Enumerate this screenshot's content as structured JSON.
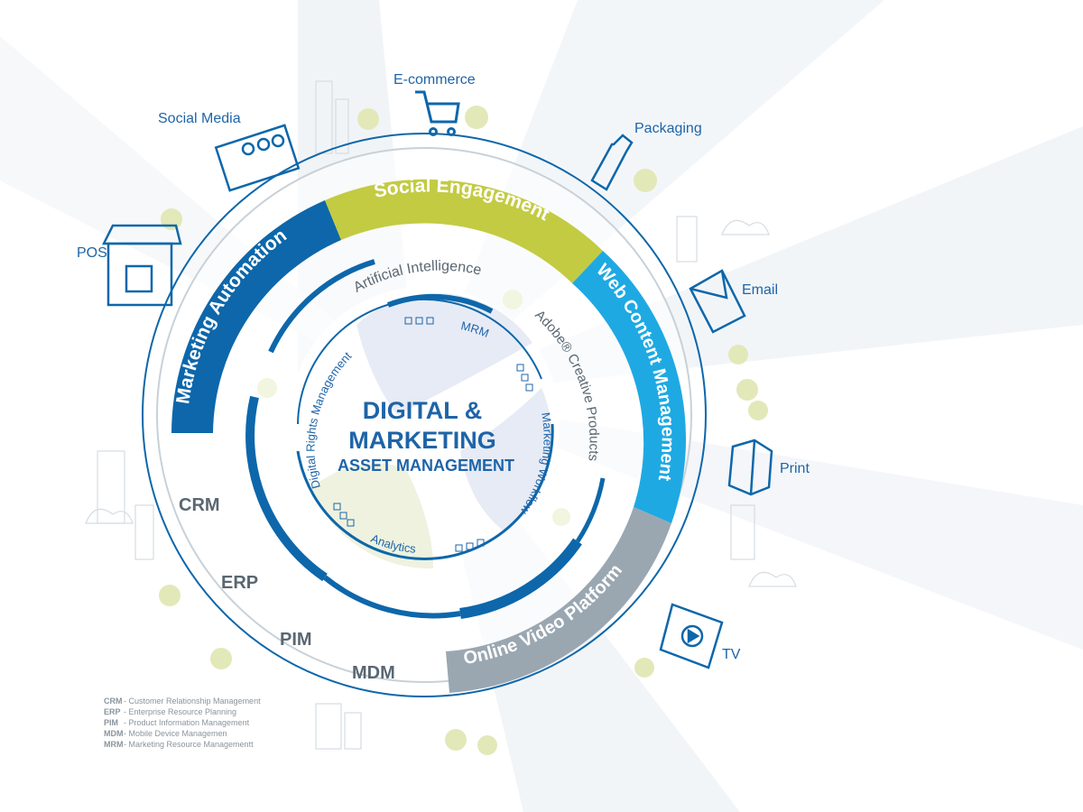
{
  "center": {
    "line1": "DIGITAL &",
    "line2": "MARKETING",
    "line3": "ASSET MANAGEMENT"
  },
  "outer_bands": [
    {
      "label": "Marketing Automation",
      "color": "#0d67aa"
    },
    {
      "label": "Social Engagement",
      "color": "#c3cb43"
    },
    {
      "label": "Web Content Management",
      "color": "#1ea9e3"
    },
    {
      "label": "Online Video Platform",
      "color": "#9aa7b1"
    }
  ],
  "middle_ring": {
    "ai": "Artificial Intelligence",
    "adobe": "Adobe® Creative Products"
  },
  "inner_ring": {
    "mrm": "MRM",
    "marketing_workflow": "Marketing Workflow",
    "analytics": "Analytics",
    "drm": "Digital Rights Management"
  },
  "systems": {
    "crm": "CRM",
    "erp": "ERP",
    "pim": "PIM",
    "mdm": "MDM"
  },
  "channels": {
    "pos": "POS",
    "social_media": "Social Media",
    "ecommerce": "E-commerce",
    "packaging": "Packaging",
    "email": "Email",
    "print": "Print",
    "tv": "TV"
  },
  "legend": [
    {
      "abbr": "CRM",
      "text": "- Customer Relationship Management"
    },
    {
      "abbr": "ERP",
      "text": "- Enterprise Resource Planning"
    },
    {
      "abbr": "PIM",
      "text": "- Product Information Management"
    },
    {
      "abbr": "MDM",
      "text": "- Mobile Device Managemen"
    },
    {
      "abbr": "MRM",
      "text": "- Marketing Resource Managementt"
    }
  ],
  "colors": {
    "dark_blue": "#0d67aa",
    "text_blue": "#1e64a8",
    "grey_text": "#5a6772",
    "line": "#c8d1d8"
  },
  "icons": [
    "pos-shop-icon",
    "social-media-icon",
    "shopping-cart-icon",
    "bottle-icon",
    "envelope-icon",
    "folded-paper-icon",
    "tv-play-icon"
  ]
}
